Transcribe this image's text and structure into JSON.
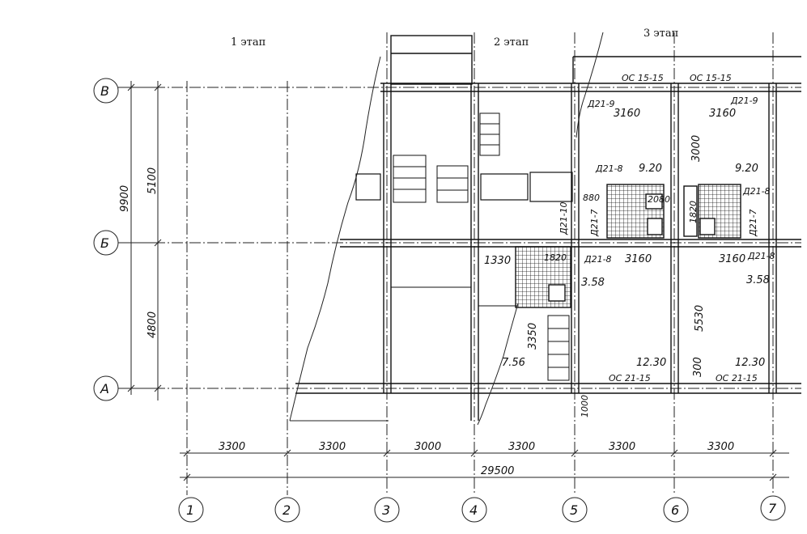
{
  "stages": [
    "1 этап",
    "2 этап",
    "3 этап"
  ],
  "axes_numeric": [
    "1",
    "2",
    "3",
    "4",
    "5",
    "6",
    "7"
  ],
  "axes_letters": [
    "В",
    "Б",
    "А"
  ],
  "bay_dimensions": [
    "3300",
    "3300",
    "3000",
    "3300",
    "3300",
    "3300"
  ],
  "overall_dimension": "29500",
  "vertical_dimensions": {
    "total": "9900",
    "upper": "5100",
    "lower": "4800"
  },
  "room_labels": {
    "window_top_1": "ОС 15-15",
    "window_top_2": "ОС 15-15",
    "window_bottom_1": "ОС 21-15",
    "window_bottom_2": "ОС 21-15",
    "door_top_left": "Д21-9",
    "door_top_right": "Д21-9",
    "width_top_left": "3160",
    "width_top_right": "3160",
    "height_right": "3000",
    "door_mid_left": "Д21-8",
    "door_mid_right": "Д21-8",
    "area_upper_left": "9.20",
    "area_upper_right": "9.20",
    "door_vert_10": "Д21-10",
    "dim_880": "880",
    "dim_2080": "2080",
    "dim_1820": "1820",
    "door_21_7_left": "Д21-7",
    "door_21_7_right": "Д21-7",
    "door_low_left": "Д21-8",
    "door_low_right": "Д21-8",
    "width_mid_left": "3160",
    "width_mid_right": "3160",
    "dim_1330": "1330",
    "dim_1820b": "1820",
    "area_358_left": "3.58",
    "area_358_right": "3.58",
    "dim_3350": "3350",
    "dim_5530": "5530",
    "area_756": "7.56",
    "area_1230_left": "12.30",
    "area_1230_right": "12.30",
    "dim_300": "300",
    "dim_1000": "1000"
  }
}
